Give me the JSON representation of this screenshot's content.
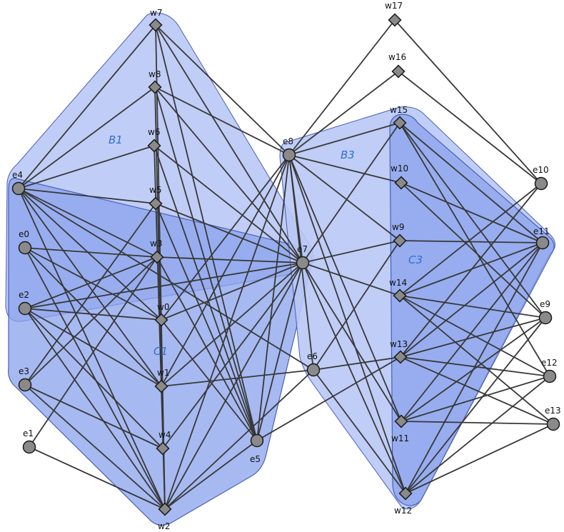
{
  "colors": {
    "region_light": "#b9c8f5",
    "region_mid": "#9fb4f0",
    "region_dark": "#8aa2ec",
    "region_stroke": "#4a5fb8",
    "edge": "#383838",
    "node_fill": "#8a8a8a",
    "node_stroke": "#1a1a1a",
    "group_label": "#2f6fd0"
  },
  "group_labels": {
    "b1": "B1",
    "b3": "B3",
    "c1": "C1",
    "c3": "C3"
  },
  "nodes": [
    {
      "id": "w7",
      "label": "w7",
      "shape": "diamond"
    },
    {
      "id": "w8",
      "label": "w8",
      "shape": "diamond"
    },
    {
      "id": "w6",
      "label": "w6",
      "shape": "diamond"
    },
    {
      "id": "w5",
      "label": "w5",
      "shape": "diamond"
    },
    {
      "id": "w3",
      "label": "w3",
      "shape": "diamond"
    },
    {
      "id": "w0",
      "label": "w0",
      "shape": "diamond"
    },
    {
      "id": "w1",
      "label": "w1",
      "shape": "diamond"
    },
    {
      "id": "w4",
      "label": "w4",
      "shape": "diamond"
    },
    {
      "id": "w2",
      "label": "w2",
      "shape": "diamond"
    },
    {
      "id": "w17",
      "label": "w17",
      "shape": "diamond"
    },
    {
      "id": "w16",
      "label": "w16",
      "shape": "diamond"
    },
    {
      "id": "w15",
      "label": "w15",
      "shape": "diamond"
    },
    {
      "id": "w10",
      "label": "w10",
      "shape": "diamond"
    },
    {
      "id": "w9",
      "label": "w9",
      "shape": "diamond"
    },
    {
      "id": "w14",
      "label": "w14",
      "shape": "diamond"
    },
    {
      "id": "w13",
      "label": "w13",
      "shape": "diamond"
    },
    {
      "id": "w11",
      "label": "w11",
      "shape": "diamond"
    },
    {
      "id": "w12",
      "label": "w12",
      "shape": "diamond"
    },
    {
      "id": "e4",
      "label": "e4",
      "shape": "circle"
    },
    {
      "id": "e0",
      "label": "e0",
      "shape": "circle"
    },
    {
      "id": "e2",
      "label": "e2",
      "shape": "circle"
    },
    {
      "id": "e3",
      "label": "e3",
      "shape": "circle"
    },
    {
      "id": "e1",
      "label": "e1",
      "shape": "circle"
    },
    {
      "id": "e8",
      "label": "e8",
      "shape": "circle"
    },
    {
      "id": "e7",
      "label": "e7",
      "shape": "circle"
    },
    {
      "id": "e6",
      "label": "e6",
      "shape": "circle"
    },
    {
      "id": "e5",
      "label": "e5",
      "shape": "circle"
    },
    {
      "id": "e10",
      "label": "e10",
      "shape": "circle"
    },
    {
      "id": "e11",
      "label": "e11",
      "shape": "circle"
    },
    {
      "id": "e9",
      "label": "e9",
      "shape": "circle"
    },
    {
      "id": "e12",
      "label": "e12",
      "shape": "circle"
    },
    {
      "id": "e13",
      "label": "e13",
      "shape": "circle"
    }
  ],
  "edges": [
    [
      "w7",
      "e4"
    ],
    [
      "w7",
      "e8"
    ],
    [
      "w7",
      "e7"
    ],
    [
      "w7",
      "e5"
    ],
    [
      "w7",
      "w2"
    ],
    [
      "w8",
      "e4"
    ],
    [
      "w8",
      "e8"
    ],
    [
      "w8",
      "e7"
    ],
    [
      "w8",
      "e5"
    ],
    [
      "w8",
      "w2"
    ],
    [
      "w6",
      "e4"
    ],
    [
      "w6",
      "e7"
    ],
    [
      "w6",
      "e5"
    ],
    [
      "w6",
      "w2"
    ],
    [
      "w5",
      "e4"
    ],
    [
      "w5",
      "e7"
    ],
    [
      "w5",
      "e5"
    ],
    [
      "w5",
      "e3"
    ],
    [
      "w3",
      "e4"
    ],
    [
      "w3",
      "e0"
    ],
    [
      "w3",
      "e2"
    ],
    [
      "w3",
      "e7"
    ],
    [
      "w3",
      "e5"
    ],
    [
      "w3",
      "e1"
    ],
    [
      "w0",
      "e4"
    ],
    [
      "w0",
      "e0"
    ],
    [
      "w0",
      "e2"
    ],
    [
      "w0",
      "e7"
    ],
    [
      "w0",
      "e5"
    ],
    [
      "w0",
      "e8"
    ],
    [
      "w1",
      "e4"
    ],
    [
      "w1",
      "e0"
    ],
    [
      "w1",
      "e2"
    ],
    [
      "w1",
      "e7"
    ],
    [
      "w1",
      "e6"
    ],
    [
      "w1",
      "e8"
    ],
    [
      "w4",
      "e3"
    ],
    [
      "w4",
      "e7"
    ],
    [
      "w2",
      "e4"
    ],
    [
      "w2",
      "e2"
    ],
    [
      "w2",
      "e3"
    ],
    [
      "w2",
      "e1"
    ],
    [
      "w2",
      "e7"
    ],
    [
      "w2",
      "e6"
    ],
    [
      "w2",
      "e8"
    ],
    [
      "w2",
      "e5"
    ],
    [
      "w2",
      "e0"
    ],
    [
      "e2",
      "e7"
    ],
    [
      "e2",
      "w4"
    ],
    [
      "e3",
      "w3"
    ],
    [
      "e4",
      "e6"
    ],
    [
      "e5",
      "w13"
    ],
    [
      "e5",
      "e8"
    ],
    [
      "e8",
      "w17"
    ],
    [
      "e8",
      "w16"
    ],
    [
      "e8",
      "w15"
    ],
    [
      "e8",
      "w10"
    ],
    [
      "e8",
      "w9"
    ],
    [
      "e8",
      "e6"
    ],
    [
      "e8",
      "w11"
    ],
    [
      "e8",
      "w12"
    ],
    [
      "e8",
      "e7"
    ],
    [
      "e7",
      "w15"
    ],
    [
      "e7",
      "w9"
    ],
    [
      "e7",
      "w14"
    ],
    [
      "e7",
      "w12"
    ],
    [
      "e7",
      "w11"
    ],
    [
      "e7",
      "e5"
    ],
    [
      "e6",
      "w13"
    ],
    [
      "e6",
      "w9"
    ],
    [
      "e6",
      "w12"
    ],
    [
      "w17",
      "e10"
    ],
    [
      "w16",
      "e10"
    ],
    [
      "w15",
      "e11"
    ],
    [
      "w15",
      "e9"
    ],
    [
      "w15",
      "e12"
    ],
    [
      "w10",
      "e11"
    ],
    [
      "w10",
      "e9"
    ],
    [
      "w9",
      "e11"
    ],
    [
      "w14",
      "e10"
    ],
    [
      "w14",
      "e11"
    ],
    [
      "w14",
      "e9"
    ],
    [
      "w14",
      "e12"
    ],
    [
      "w14",
      "e13"
    ],
    [
      "w13",
      "e10"
    ],
    [
      "w13",
      "e11"
    ],
    [
      "w13",
      "e9"
    ],
    [
      "w13",
      "e12"
    ],
    [
      "w13",
      "e13"
    ],
    [
      "w11",
      "e11"
    ],
    [
      "w11",
      "e9"
    ],
    [
      "w11",
      "e12"
    ],
    [
      "w11",
      "e13"
    ],
    [
      "w12",
      "e11"
    ],
    [
      "w12",
      "e9"
    ],
    [
      "w12",
      "e12"
    ],
    [
      "w12",
      "e13"
    ]
  ]
}
